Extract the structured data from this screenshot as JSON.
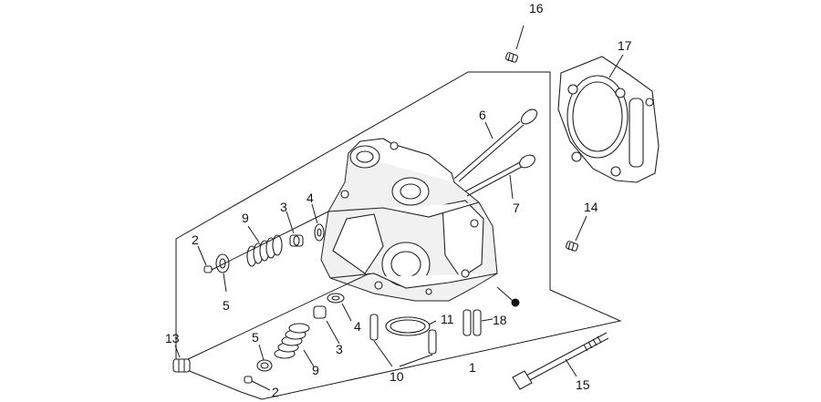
{
  "callouts": [
    {
      "id": "c1",
      "text": "1"
    },
    {
      "id": "c2a",
      "text": "2"
    },
    {
      "id": "c2b",
      "text": "2"
    },
    {
      "id": "c3a",
      "text": "3"
    },
    {
      "id": "c3b",
      "text": "3"
    },
    {
      "id": "c4a",
      "text": "4"
    },
    {
      "id": "c4b",
      "text": "4"
    },
    {
      "id": "c5a",
      "text": "5"
    },
    {
      "id": "c5b",
      "text": "5"
    },
    {
      "id": "c6",
      "text": "6"
    },
    {
      "id": "c7",
      "text": "7"
    },
    {
      "id": "c9a",
      "text": "9"
    },
    {
      "id": "c9b",
      "text": "9"
    },
    {
      "id": "c10",
      "text": "10"
    },
    {
      "id": "c11",
      "text": "11"
    },
    {
      "id": "c13",
      "text": "13"
    },
    {
      "id": "c14",
      "text": "14"
    },
    {
      "id": "c15",
      "text": "15"
    },
    {
      "id": "c16",
      "text": "16"
    },
    {
      "id": "c17",
      "text": "17"
    },
    {
      "id": "c18",
      "text": "18"
    }
  ]
}
